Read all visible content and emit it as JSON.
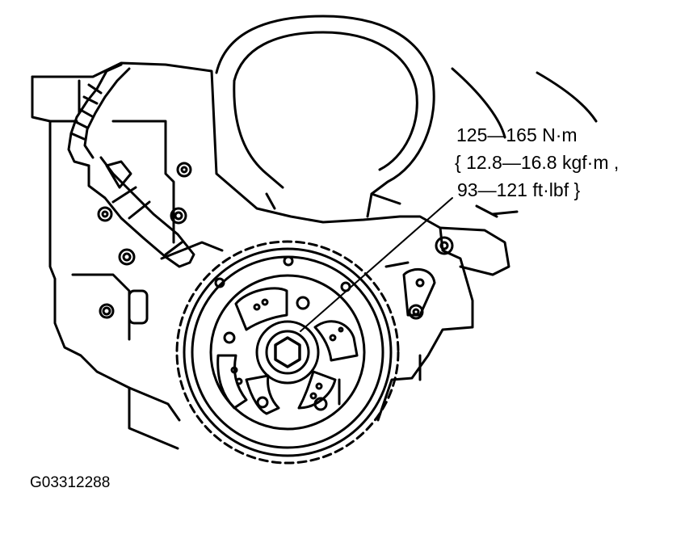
{
  "torque_spec": {
    "line1": "125—165 N·m",
    "line2": "{ 12.8—16.8 kgf·m ,",
    "line3": "93—121 ft·lbf }"
  },
  "figure_id": "G03312288",
  "colors": {
    "line": "#000000",
    "background": "#ffffff"
  },
  "icons": [
    "engine-front-cover",
    "crankshaft-pulley",
    "crankshaft-position-sensor",
    "pulley-bolt"
  ]
}
